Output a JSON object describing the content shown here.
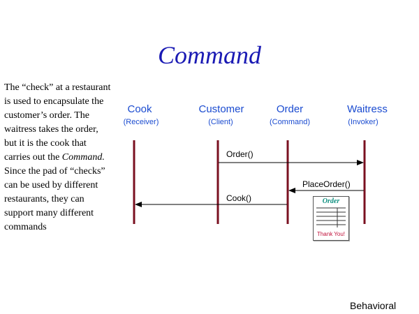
{
  "slide": {
    "title": "Command",
    "footer": "Behavioral",
    "description_lines": [
      "The “check” at a restaurant",
      "is used to encapsulate the",
      "customer’s order.  The",
      "waitress takes the order,",
      "but it is the cook that",
      "carries out the ",
      "Since the pad of “checks”",
      "can be used by different",
      "restaurants, they can",
      "support many different",
      "commands"
    ],
    "description_italic_word": "Command."
  },
  "participants": [
    {
      "name": "Cook",
      "role": "(Receiver)"
    },
    {
      "name": "Customer",
      "role": "(Client)"
    },
    {
      "name": "Order",
      "role": "(Command)"
    },
    {
      "name": "Waitress",
      "role": "(Invoker)"
    }
  ],
  "messages": [
    {
      "label": "Order()",
      "from": "Customer",
      "to": "Waitress"
    },
    {
      "label": "PlaceOrder()",
      "from": "Waitress",
      "to": "Order"
    },
    {
      "label": "Cook()",
      "from": "Order",
      "to": "Cook"
    }
  ],
  "order_pad": {
    "title": "Order",
    "thanks": "Thank You!"
  },
  "colors": {
    "title": "#1a1ab4",
    "participant_text": "#1a4bd0",
    "lifeline": "#7a1020",
    "pad_title": "#109080",
    "pad_thanks": "#c0103a"
  }
}
